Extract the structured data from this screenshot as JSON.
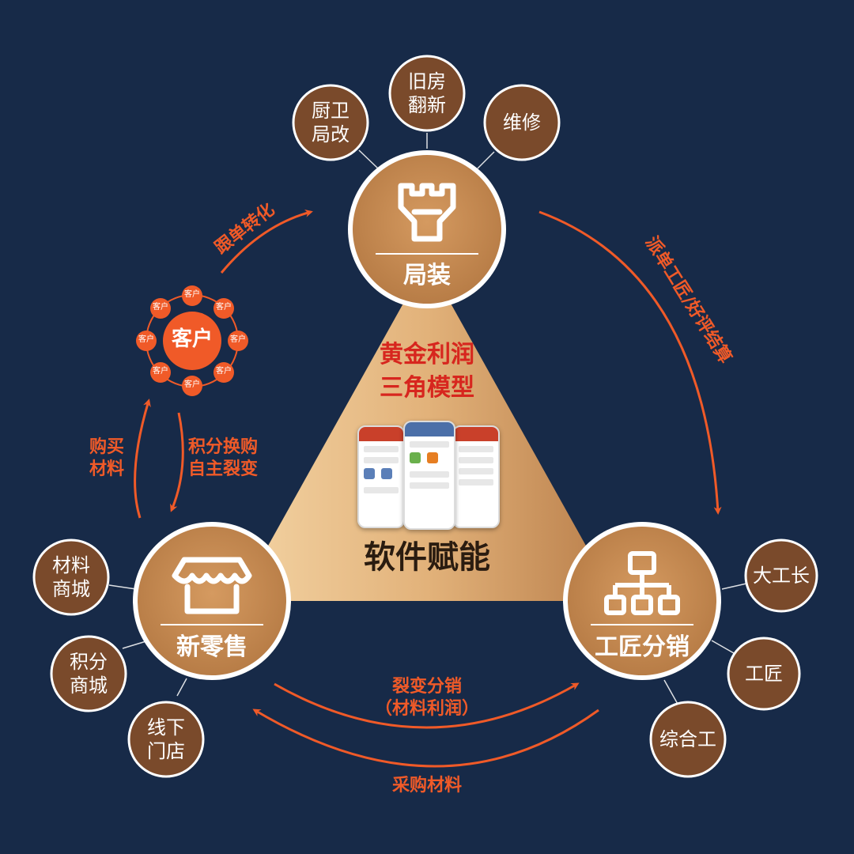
{
  "hubs": {
    "top": "局装",
    "left": "新零售",
    "right": "工匠分销"
  },
  "center": {
    "title_line1": "黄金利润",
    "title_line2": "三角模型",
    "subtitle": "软件赋能"
  },
  "customer": {
    "center_label": "客户",
    "ring_labels": [
      "客户",
      "客户",
      "客户",
      "客户",
      "客户",
      "客户",
      "客户",
      "客户"
    ]
  },
  "satellites": {
    "top": [
      "厨卫\n局改",
      "旧房\n翻新",
      "维修"
    ],
    "left": [
      "材料\n商城",
      "积分\n商城",
      "线下\n门店"
    ],
    "right": [
      "大工长",
      "工匠",
      "综合工"
    ]
  },
  "flows": {
    "customer_to_top": "跟单转化",
    "top_to_right": "派单工匠/好评结算",
    "right_to_left": "采购材料",
    "left_to_right": "裂变分销\n（材料利润）",
    "left_to_customer": "购买\n材料",
    "customer_to_left": "积分换购\n自主裂变"
  },
  "colors": {
    "background": "#172a48",
    "hub_gold": "#c1874e",
    "satellite_brown": "#7a4a2b",
    "accent_orange": "#f05a28",
    "title_red": "#d7261e"
  },
  "icons": {
    "top": "paint-brush-icon",
    "left": "storefront-icon",
    "right": "org-chart-icon"
  }
}
